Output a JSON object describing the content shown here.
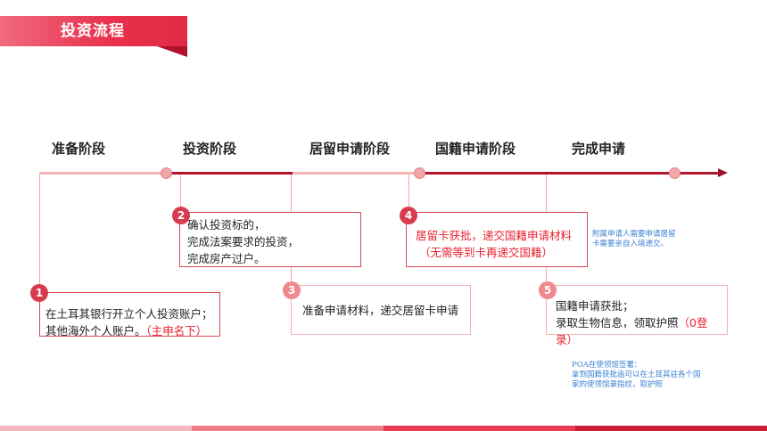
{
  "header": {
    "title": "投资流程"
  },
  "stages": [
    "准备阶段",
    "投资阶段",
    "居留申请阶段",
    "国籍申请阶段",
    "完成申请"
  ],
  "steps": {
    "s1": {
      "num": "1",
      "line1": "在土耳其银行开立个人投资账户；",
      "line2a": "其他海外个人账户。",
      "line2b": "（主申名下）"
    },
    "s2": {
      "num": "2",
      "line1": "确认投资标的，",
      "line2": "完成法案要求的投资，",
      "line3": "完成房产过户。"
    },
    "s3": {
      "num": "3",
      "text": "准备申请材料，递交居留卡申请"
    },
    "s4": {
      "num": "4",
      "line1": "居留卡获批，递交国籍申请材料",
      "line2": "（无需等到卡再递交国籍）"
    },
    "s5": {
      "num": "5",
      "line1": "国籍申请获批；",
      "line2a": "录取生物信息，领取护照",
      "line2b": "（0登录）"
    }
  },
  "notes": {
    "note1": {
      "line1": "附属申请人需要申请居留",
      "line2": "卡需要亲自入境递交。"
    },
    "note2": {
      "line1": "POA在使领馆签署：",
      "line2": "拿到国籍获批函可以在土耳其驻各个国",
      "line3": "家的使领馆录指纹，取护照"
    }
  },
  "colors": {
    "accent": "#e22a45",
    "dark_red": "#9b1027",
    "light_red": "#f3a6aa",
    "note_blue": "#3a7fd0"
  }
}
